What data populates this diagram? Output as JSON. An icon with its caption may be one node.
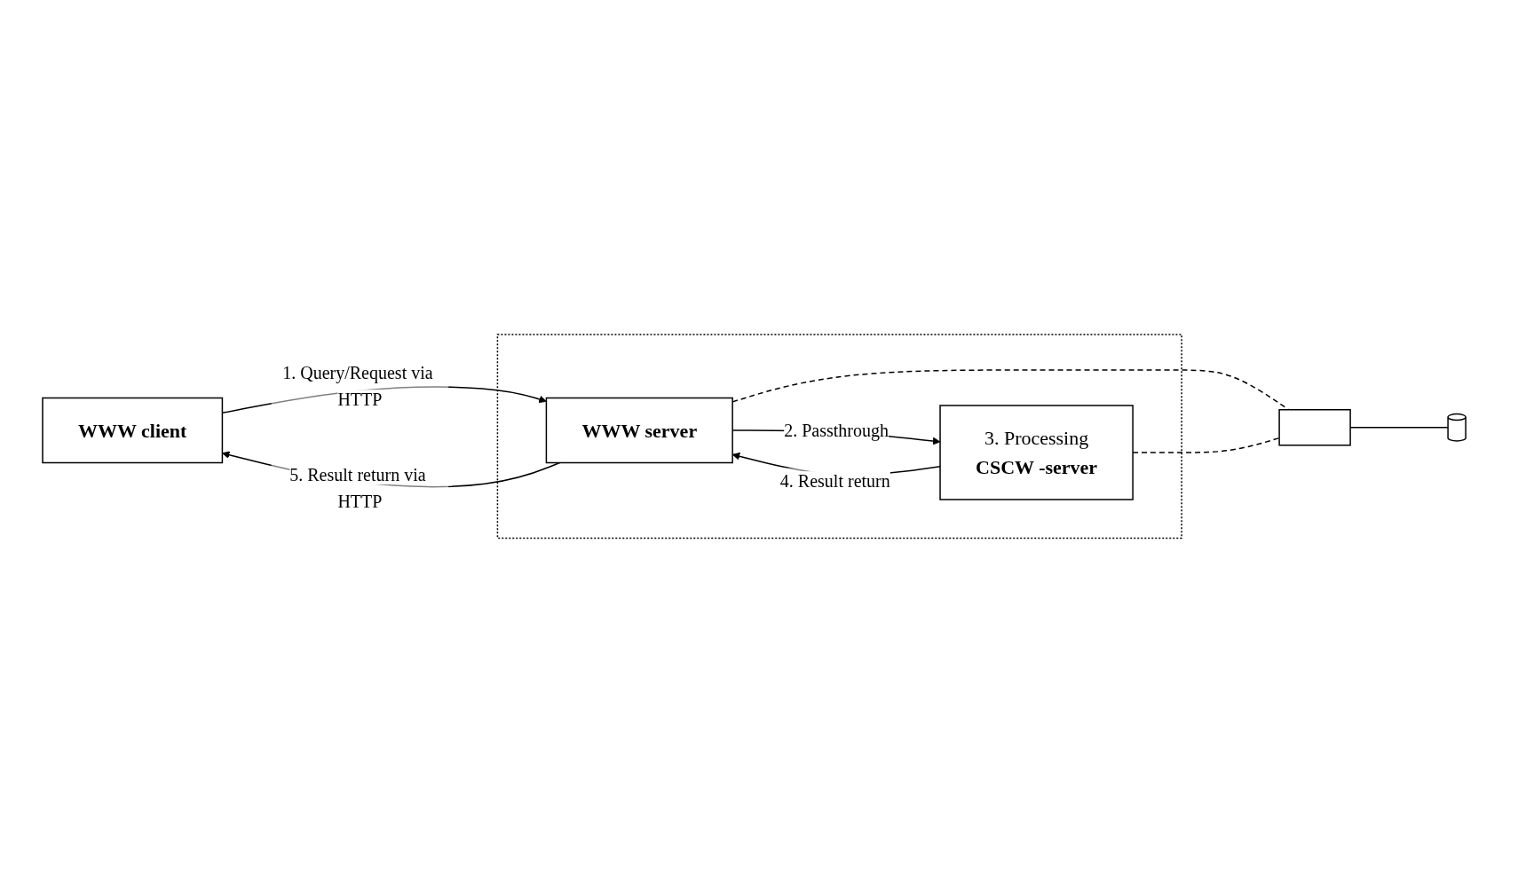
{
  "diagram": {
    "nodes": [
      {
        "text": [
          "WWW client"
        ]
      },
      {
        "text": [],
        "shape": "box"
      },
      {
        "text": [
          "WWW server"
        ],
        "in": 1
      },
      {
        "text": [
          "3. Processing",
          "CSCW -server"
        ],
        "in": 1
      },
      {
        "text": [],
        "shape": "box"
      },
      {
        "text": [],
        "shape": "cylinder"
      }
    ],
    "edges": [
      {
        "from": 0,
        "to": 2,
        "arrow": "to",
        "label": "1. Query/Request via HTTP"
      },
      {
        "from": 2,
        "to": 3,
        "arrow": "to",
        "label": "2. Passthrough"
      },
      {
        "from": 3,
        "to": 2,
        "arrow": "to",
        "label": "4. Result return"
      },
      {
        "from": 2,
        "to": 0,
        "arrow": "to",
        "label": "5. Result return via HTTP"
      },
      {
        "from": 2,
        "to": 4,
        "arrow": "none",
        "style": "dashed"
      },
      {
        "from": 3,
        "to": 4,
        "arrow": "none",
        "style": "dashed"
      },
      {
        "from": 4,
        "to": 5,
        "arrow": "none"
      }
    ]
  }
}
